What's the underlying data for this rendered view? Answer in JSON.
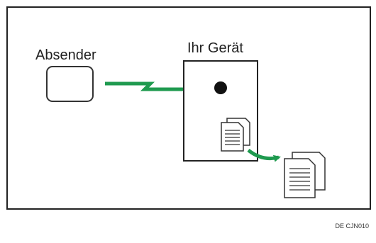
{
  "sender": {
    "label": "Absender"
  },
  "device": {
    "label": "Ihr Gerät"
  },
  "figure_code": "DE CJN010",
  "colors": {
    "frame": "#222222",
    "arrow": "#1f9a4f",
    "dot": "#111111",
    "paper": "#ffffff"
  },
  "icons": {
    "sender": "sender-device-icon",
    "received": "received-documents-icon",
    "output": "output-documents-icon"
  }
}
